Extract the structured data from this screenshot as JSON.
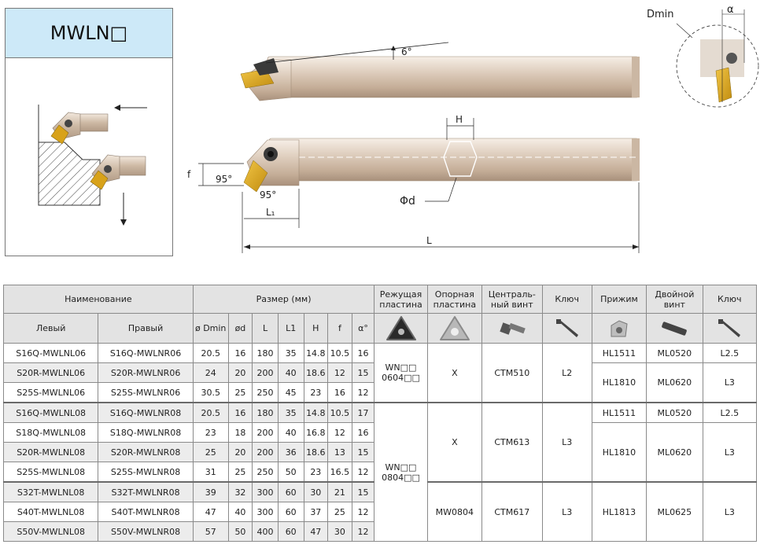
{
  "title": "MWLN□",
  "drawing": {
    "angle_6": "6°",
    "angle_95a": "95°",
    "angle_95b": "95°",
    "label_f": "f",
    "label_H": "H",
    "label_d": "Φd",
    "label_L1": "L₁",
    "label_L": "L",
    "label_Dmin": "Dmin",
    "label_alpha": "α"
  },
  "table": {
    "group_headers": {
      "name": "Наименование",
      "size": "Размер (мм)",
      "insert": "Режущая пластина",
      "seat": "Опорная пластина",
      "center_screw": "Централь-ный винт",
      "key1": "Ключ",
      "clamp": "Прижим",
      "double_screw": "Двойной винт",
      "key2": "Ключ"
    },
    "sub_headers": {
      "left": "Левый",
      "right": "Правый",
      "dmin": "ø Dmin",
      "d": "ød",
      "L": "L",
      "L1": "L1",
      "H": "H",
      "f": "f",
      "alpha": "α°"
    },
    "icons": [
      "insert-icon",
      "seat-icon",
      "center-screw-icon",
      "key-icon",
      "clamp-icon",
      "double-screw-icon",
      "key-icon"
    ],
    "rows": [
      {
        "left": "S16Q-MWLNL06",
        "right": "S16Q-MWLNR06",
        "dmin": "20.5",
        "d": "16",
        "L": "180",
        "L1": "35",
        "H": "14.8",
        "f": "10.5",
        "a": "16"
      },
      {
        "left": "S20R-MWLNL06",
        "right": "S20R-MWLNR06",
        "dmin": "24",
        "d": "20",
        "L": "200",
        "L1": "40",
        "H": "18.6",
        "f": "12",
        "a": "15"
      },
      {
        "left": "S25S-MWLNL06",
        "right": "S25S-MWLNR06",
        "dmin": "30.5",
        "d": "25",
        "L": "250",
        "L1": "45",
        "H": "23",
        "f": "16",
        "a": "12"
      },
      {
        "left": "S16Q-MWLNL08",
        "right": "S16Q-MWLNR08",
        "dmin": "20.5",
        "d": "16",
        "L": "180",
        "L1": "35",
        "H": "14.8",
        "f": "10.5",
        "a": "17"
      },
      {
        "left": "S18Q-MWLNL08",
        "right": "S18Q-MWLNR08",
        "dmin": "23",
        "d": "18",
        "L": "200",
        "L1": "40",
        "H": "16.8",
        "f": "12",
        "a": "16"
      },
      {
        "left": "S20R-MWLNL08",
        "right": "S20R-MWLNR08",
        "dmin": "25",
        "d": "20",
        "L": "200",
        "L1": "36",
        "H": "18.6",
        "f": "13",
        "a": "15"
      },
      {
        "left": "S25S-MWLNL08",
        "right": "S25S-MWLNR08",
        "dmin": "31",
        "d": "25",
        "L": "250",
        "L1": "50",
        "H": "23",
        "f": "16.5",
        "a": "12"
      },
      {
        "left": "S32T-MWLNL08",
        "right": "S32T-MWLNR08",
        "dmin": "39",
        "d": "32",
        "L": "300",
        "L1": "60",
        "H": "30",
        "f": "21",
        "a": "15"
      },
      {
        "left": "S40T-MWLNL08",
        "right": "S40T-MWLNR08",
        "dmin": "47",
        "d": "40",
        "L": "300",
        "L1": "60",
        "H": "37",
        "f": "25",
        "a": "12"
      },
      {
        "left": "S50V-MWLNL08",
        "right": "S50V-MWLNR08",
        "dmin": "57",
        "d": "50",
        "L": "400",
        "L1": "60",
        "H": "47",
        "f": "30",
        "a": "12"
      }
    ],
    "insert_06": "WN□□ 0604□□",
    "insert_08": "WN□□ 0804□□",
    "seat_a": "X",
    "seat_b": "X",
    "seat_c": "MW0804",
    "center_a": "CTM510",
    "center_b": "CTM613",
    "center_c": "CTM617",
    "key1_a": "L2",
    "key1_b": "L3",
    "key1_c": "L3",
    "clamp_1": "HL1511",
    "clamp_2": "HL1810",
    "clamp_3": "HL1511",
    "clamp_4": "HL1810",
    "clamp_5": "HL1813",
    "dscrew_1": "ML0520",
    "dscrew_2": "ML0620",
    "dscrew_3": "ML0520",
    "dscrew_4": "ML0620",
    "dscrew_5": "ML0625",
    "key2_1": "L2.5",
    "key2_2": "L3",
    "key2_3": "L2.5",
    "key2_4": "L3",
    "key2_5": "L3"
  },
  "colors": {
    "header_bg": "#e3e3e3",
    "title_bg": "#cde9f8",
    "insert_gold": "#d8a21a",
    "shank": "#d8c8b6"
  }
}
